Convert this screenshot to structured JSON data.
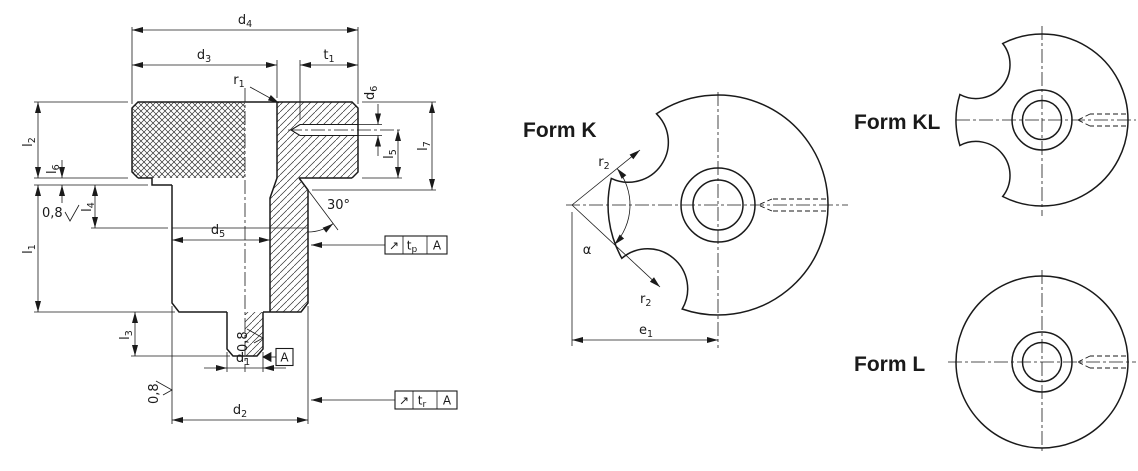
{
  "colors": {
    "line": "#1a1a1a",
    "background": "#ffffff"
  },
  "drawing": {
    "dims": {
      "d1": {
        "base": "d",
        "sub": "1"
      },
      "d2": {
        "base": "d",
        "sub": "2"
      },
      "d3": {
        "base": "d",
        "sub": "3"
      },
      "d4": {
        "base": "d",
        "sub": "4"
      },
      "d5": {
        "base": "d",
        "sub": "5"
      },
      "d6": {
        "base": "d",
        "sub": "6"
      },
      "l1": {
        "base": "l",
        "sub": "1"
      },
      "l2": {
        "base": "l",
        "sub": "2"
      },
      "l3": {
        "base": "l",
        "sub": "3"
      },
      "l4": {
        "base": "l",
        "sub": "4"
      },
      "l5": {
        "base": "l",
        "sub": "5"
      },
      "l6": {
        "base": "l",
        "sub": "6"
      },
      "l7": {
        "base": "l",
        "sub": "7"
      },
      "t1": {
        "base": "t",
        "sub": "1"
      },
      "r1": {
        "base": "r",
        "sub": "1"
      },
      "r2": {
        "base": "r",
        "sub": "2"
      },
      "e1": {
        "base": "e",
        "sub": "1"
      },
      "alpha": "α",
      "chamfer_angle": "30°"
    },
    "roughness": {
      "value": "0,8"
    },
    "datum": {
      "label": "A"
    },
    "tolerance_frames": {
      "tp": {
        "symbol": "↗",
        "value": {
          "base": "t",
          "sub": "p"
        },
        "datum": "A"
      },
      "tr": {
        "symbol": "↗",
        "value": {
          "base": "t",
          "sub": "r"
        },
        "datum": "A"
      }
    },
    "forms": {
      "k": "Form K",
      "kl": "Form KL",
      "l": "Form L"
    }
  }
}
